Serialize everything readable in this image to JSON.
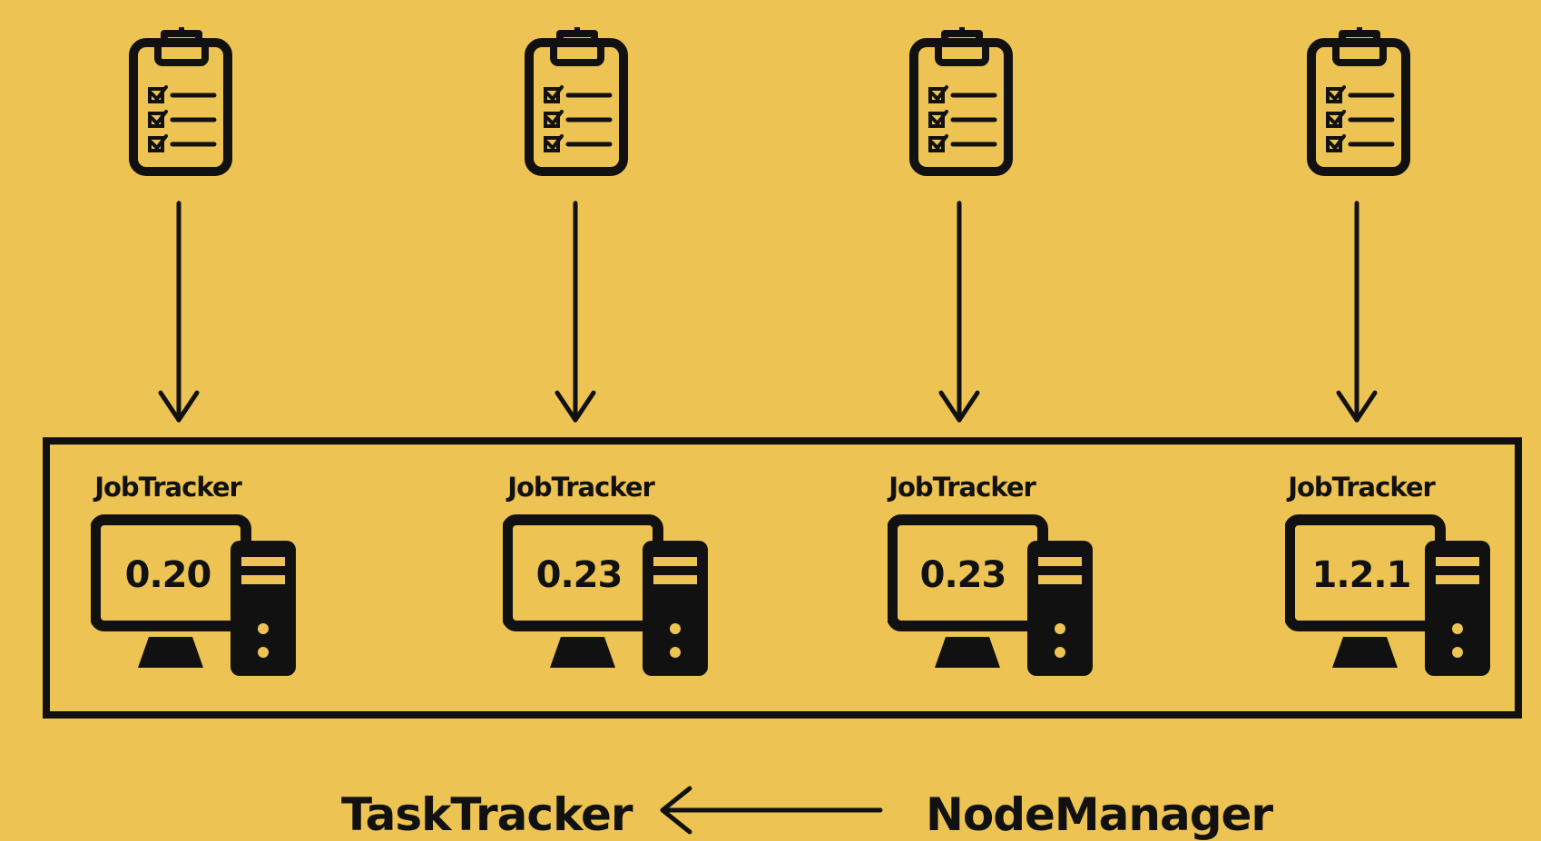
{
  "colors": {
    "background": "#EDC453",
    "ink": "#111111"
  },
  "cluster": {
    "nodes": [
      {
        "title": "JobTracker",
        "version": "0.20",
        "icon": "clipboard-checklist-icon",
        "computer_icon": "desktop-computer-icon"
      },
      {
        "title": "JobTracker",
        "version": "0.23",
        "icon": "clipboard-checklist-icon",
        "computer_icon": "desktop-computer-icon"
      },
      {
        "title": "JobTracker",
        "version": "0.23",
        "icon": "clipboard-checklist-icon",
        "computer_icon": "desktop-computer-icon"
      },
      {
        "title": "JobTracker",
        "version": "1.2.1",
        "icon": "clipboard-checklist-icon",
        "computer_icon": "desktop-computer-icon"
      }
    ]
  },
  "footer": {
    "left_label": "TaskTracker",
    "right_label": "NodeManager",
    "arrow_icon": "arrow-left-icon"
  }
}
